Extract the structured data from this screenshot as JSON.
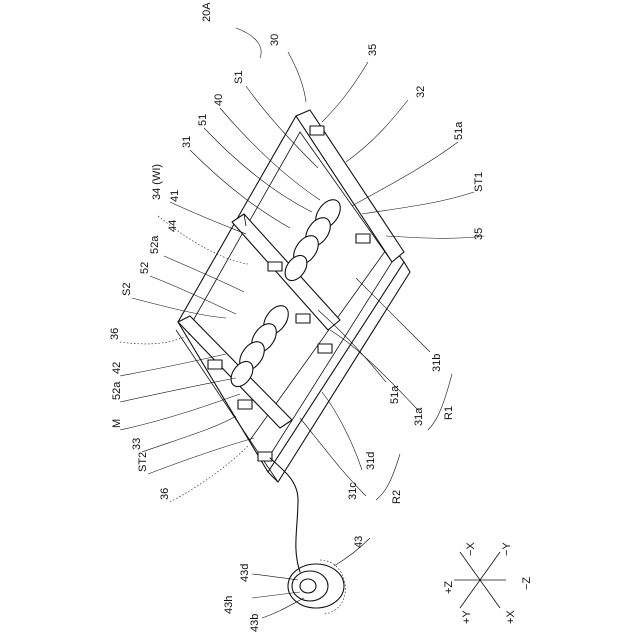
{
  "labels": {
    "fig_ref": "20A",
    "l30": "30",
    "l35a": "35",
    "s1": "S1",
    "l32": "32",
    "l40": "40",
    "l51": "51",
    "l51a_top": "51a",
    "l31": "31",
    "st1": "ST1",
    "l34": "34 (WI)",
    "l41": "41",
    "l35b": "35",
    "l44": "44",
    "l52a_top": "52a",
    "l52": "52",
    "s2": "S2",
    "l36a": "36",
    "l42": "42",
    "l52a_bot": "52a",
    "m": "M",
    "l33": "33",
    "st2": "ST2",
    "l36b": "36",
    "l31b": "31b",
    "l51a_bot": "51a",
    "l31a": "31a",
    "r1": "R1",
    "l31d": "31d",
    "l31c": "31c",
    "r2": "R2",
    "l43": "43",
    "l43d": "43d",
    "l43h": "43h",
    "l43b": "43b"
  },
  "axes": {
    "minus_x": "−X",
    "minus_y": "−Y",
    "plus_z": "+Z",
    "minus_z": "−Z",
    "plus_y": "+Y",
    "plus_x": "+X"
  }
}
